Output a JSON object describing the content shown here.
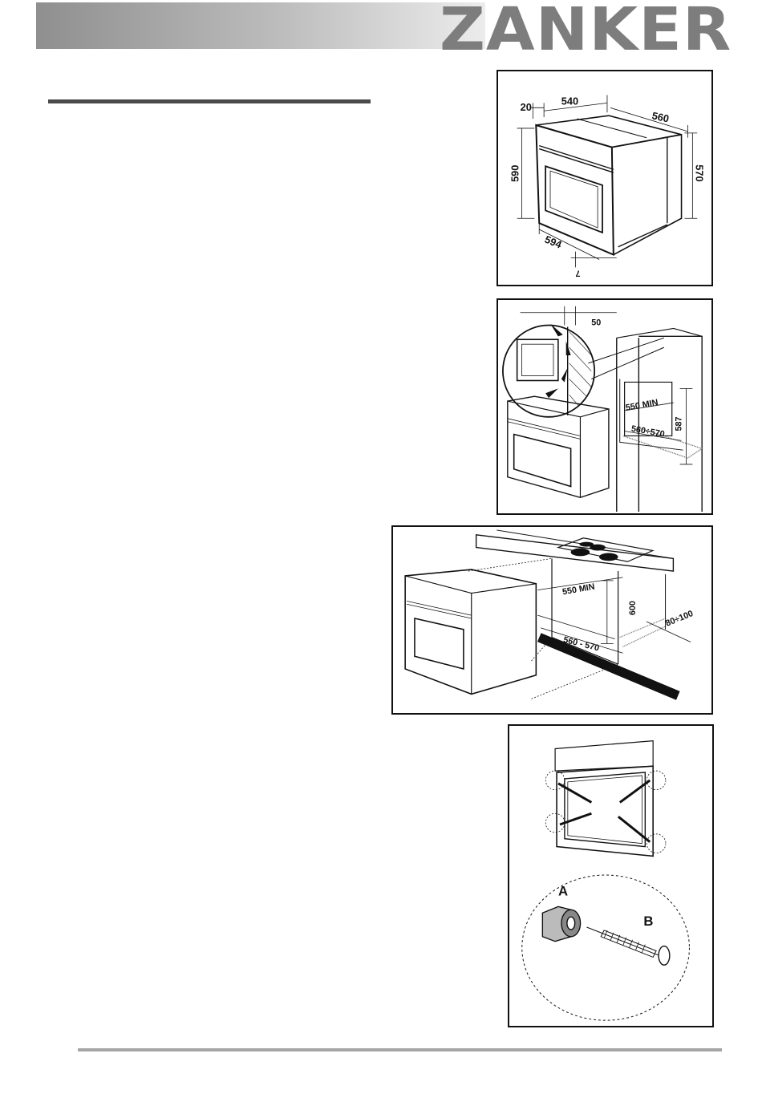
{
  "header": {
    "brand": "ZANKER"
  },
  "figures": {
    "oven_dimensions": {
      "d1": "20",
      "d2": "540",
      "d3": "560",
      "d4": "590",
      "d5": "570",
      "d6": "594",
      "d7": "7"
    },
    "column_installation": {
      "gap": "50",
      "width_min": "550 MIN",
      "depth": "560÷570",
      "height": "587"
    },
    "undercounter_installation": {
      "width_min": "550 MIN",
      "height": "600",
      "depth": "560 - 570",
      "rear_gap": "80÷100"
    },
    "fixing": {
      "label_a": "A",
      "label_b": "B"
    }
  }
}
